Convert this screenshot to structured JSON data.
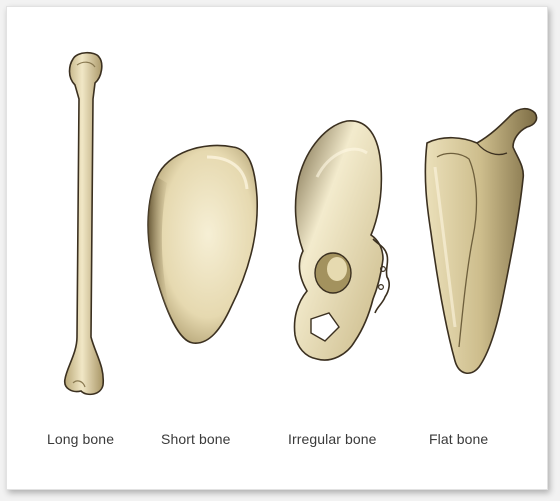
{
  "bones": [
    {
      "label": "Long bone"
    },
    {
      "label": "Short bone"
    },
    {
      "label": "Irregular bone"
    },
    {
      "label": "Flat bone"
    }
  ],
  "colors": {
    "bone": "#e8dcb5",
    "bone_light": "#f4eccf",
    "bone_shadow": "#8a7a52",
    "outline": "#3b3020",
    "background": "#ffffff"
  }
}
